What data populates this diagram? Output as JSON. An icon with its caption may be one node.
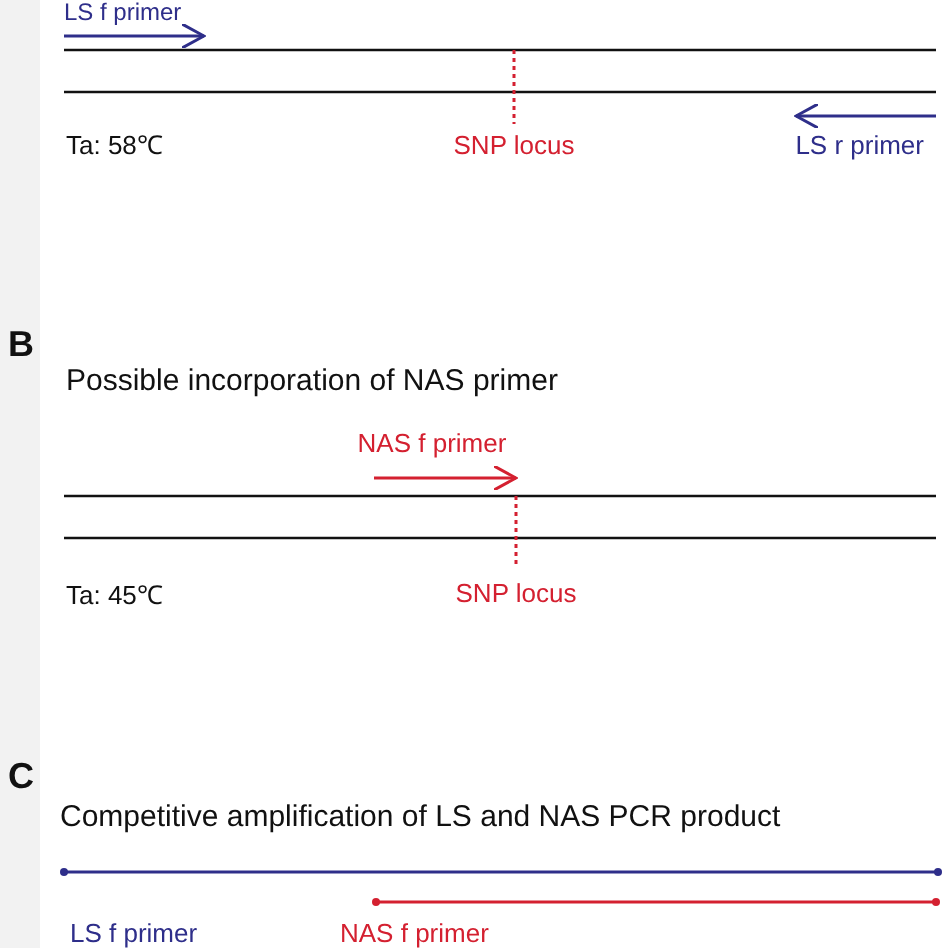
{
  "diagram": {
    "labels": [
      "LS f primer",
      "Ta: 58℃",
      "SNP locus",
      "LS r primer",
      "B",
      "Possible incorporation of NAS primer",
      "NAS f primer",
      "Ta: 45℃",
      "SNP locus",
      "C",
      "Competitive amplification of LS and NAS PCR product",
      "LS f primer",
      "NAS f primer"
    ]
  }
}
